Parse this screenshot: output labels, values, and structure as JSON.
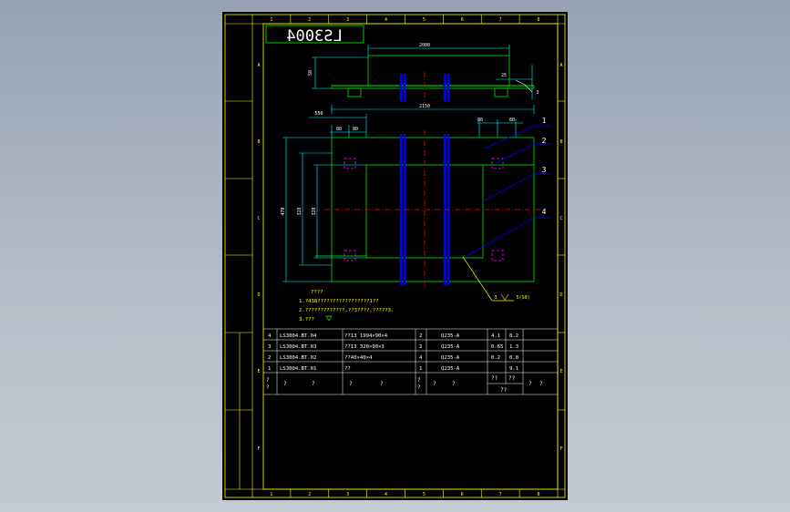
{
  "drawing": {
    "title_stamp": "LS3004",
    "col_numbers": [
      "1",
      "2",
      "3",
      "4",
      "5",
      "6",
      "7",
      "8"
    ],
    "row_letters": [
      "A",
      "B",
      "C",
      "D",
      "E",
      "F"
    ],
    "dims": {
      "top_width": "2000",
      "top_height": "50",
      "small_a": "25",
      "small_b": "3",
      "overall_width": "2150",
      "left_offset": "550",
      "hole_l1": "80",
      "hole_l2": "80",
      "hole_r1": "80",
      "hole_r2": "80",
      "height_outer": "470",
      "height_mid": "328",
      "height_inner": "320"
    },
    "balloons": [
      "1",
      "2",
      "3",
      "4"
    ],
    "weld": {
      "count": "3",
      "note": "5(S0)"
    }
  },
  "notes": {
    "title": "????",
    "line1": "1.?438?????????????????1??",
    "line2": "2.?????????????,??3????,?????3.",
    "line3": "3.???"
  },
  "bom": [
    {
      "no": "4",
      "code": "LS3004.BT.04",
      "name": "??13  1994×90×4",
      "qty": "2",
      "mat": "Q235-A",
      "unit": "4.1",
      "total": "8.2"
    },
    {
      "no": "3",
      "code": "LS3004.BT.03",
      "name": "??13  320×90×3",
      "qty": "2",
      "mat": "Q235-A",
      "unit": "0.65",
      "total": "1.3"
    },
    {
      "no": "2",
      "code": "LS3004.BT.02",
      "name": "??40×40×4",
      "qty": "4",
      "mat": "Q235-A",
      "unit": "0.2",
      "total": "0.8"
    },
    {
      "no": "1",
      "code": "LS3004.BT.01",
      "name": "??",
      "qty": "1",
      "mat": "Q235-A",
      "unit": "",
      "total": "9.1"
    }
  ],
  "bom_header": {
    "no": "?\n?",
    "code": "?",
    "code2": "?",
    "name": "?",
    "name2": "?",
    "qty": "?\n?",
    "mat": "?",
    "mat2": "?",
    "weight": "??",
    "unit": "??",
    "total": "??",
    "note": "?",
    "note2": "?"
  },
  "colors": {
    "frame": "#ffff00",
    "part": "#00ff00",
    "dim": "#00ffff",
    "center": "#ff0000",
    "leader": "#0000ff",
    "bolt": "#ff00ff",
    "text": "#ffffff"
  }
}
